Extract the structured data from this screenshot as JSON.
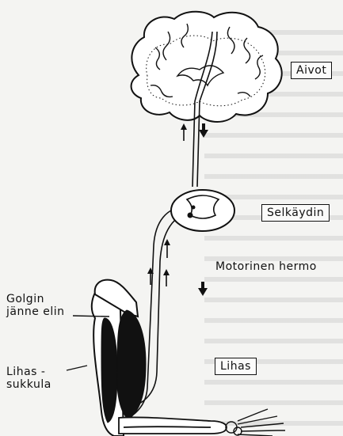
{
  "labels": {
    "brain": "Aivot",
    "spinal_cord": "Selkäydin",
    "motor_nerve": "Motorinen hermo",
    "golgi_line1": "Golgin",
    "golgi_line2": "jänne elin",
    "spindle_line1": "Lihas -",
    "spindle_line2": "sukkula",
    "muscle": "Lihas"
  },
  "arrows": {
    "up_count": 4,
    "down_count": 2
  }
}
